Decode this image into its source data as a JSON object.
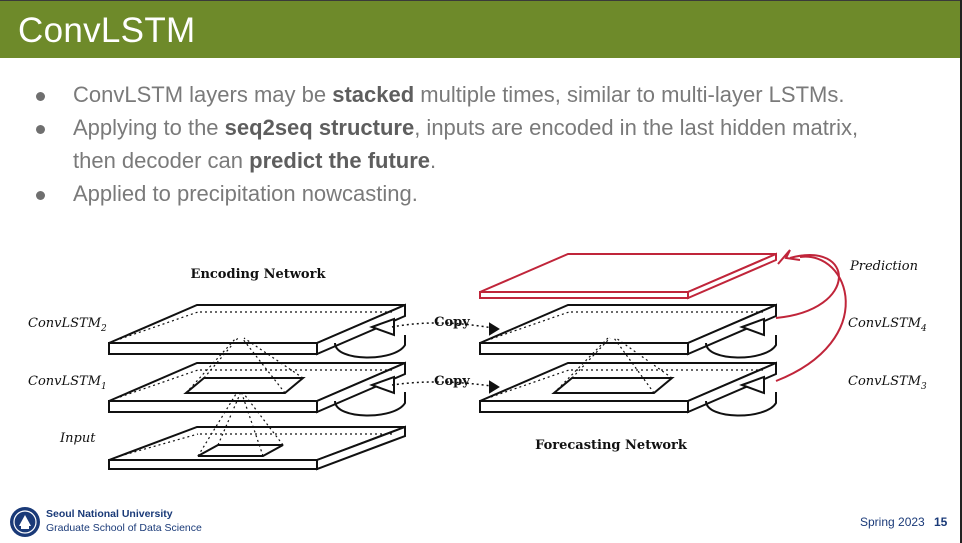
{
  "title": "ConvLSTM",
  "bullets": [
    {
      "parts": [
        "ConvLSTM layers may be ",
        "stacked",
        " multiple times, similar to multi-layer LSTMs."
      ]
    },
    {
      "parts": [
        "Applying to the ",
        "seq2seq structure",
        ", inputs are encoded in the last hidden matrix,"
      ],
      "line2": [
        "then decoder can ",
        "predict the future",
        "."
      ]
    },
    {
      "parts": [
        "Applied to precipitation nowcasting."
      ]
    }
  ],
  "figure": {
    "encoding_title": "Encoding Network",
    "forecasting_title": "Forecasting Network",
    "copy_top": "Copy",
    "copy_bottom": "Copy",
    "labels": {
      "convlstm2": "ConvLSTM",
      "convlstm2_sub": "2",
      "convlstm1": "ConvLSTM",
      "convlstm1_sub": "1",
      "input": "Input",
      "prediction": "Prediction",
      "convlstm4": "ConvLSTM",
      "convlstm4_sub": "4",
      "convlstm3": "ConvLSTM",
      "convlstm3_sub": "3"
    },
    "colors": {
      "line": "#111111",
      "prediction": "#c0253a"
    }
  },
  "footer": {
    "university": "Seoul National University",
    "school": "Graduate School of Data Science",
    "term": "Spring 2023",
    "page": "15",
    "logo_icon": "snu-emblem-icon"
  },
  "theme": {
    "title_bar": "#6e8a2a",
    "title_text": "#ffffff",
    "body_text": "#7a7a7a",
    "footer_text": "#1a3a78"
  }
}
